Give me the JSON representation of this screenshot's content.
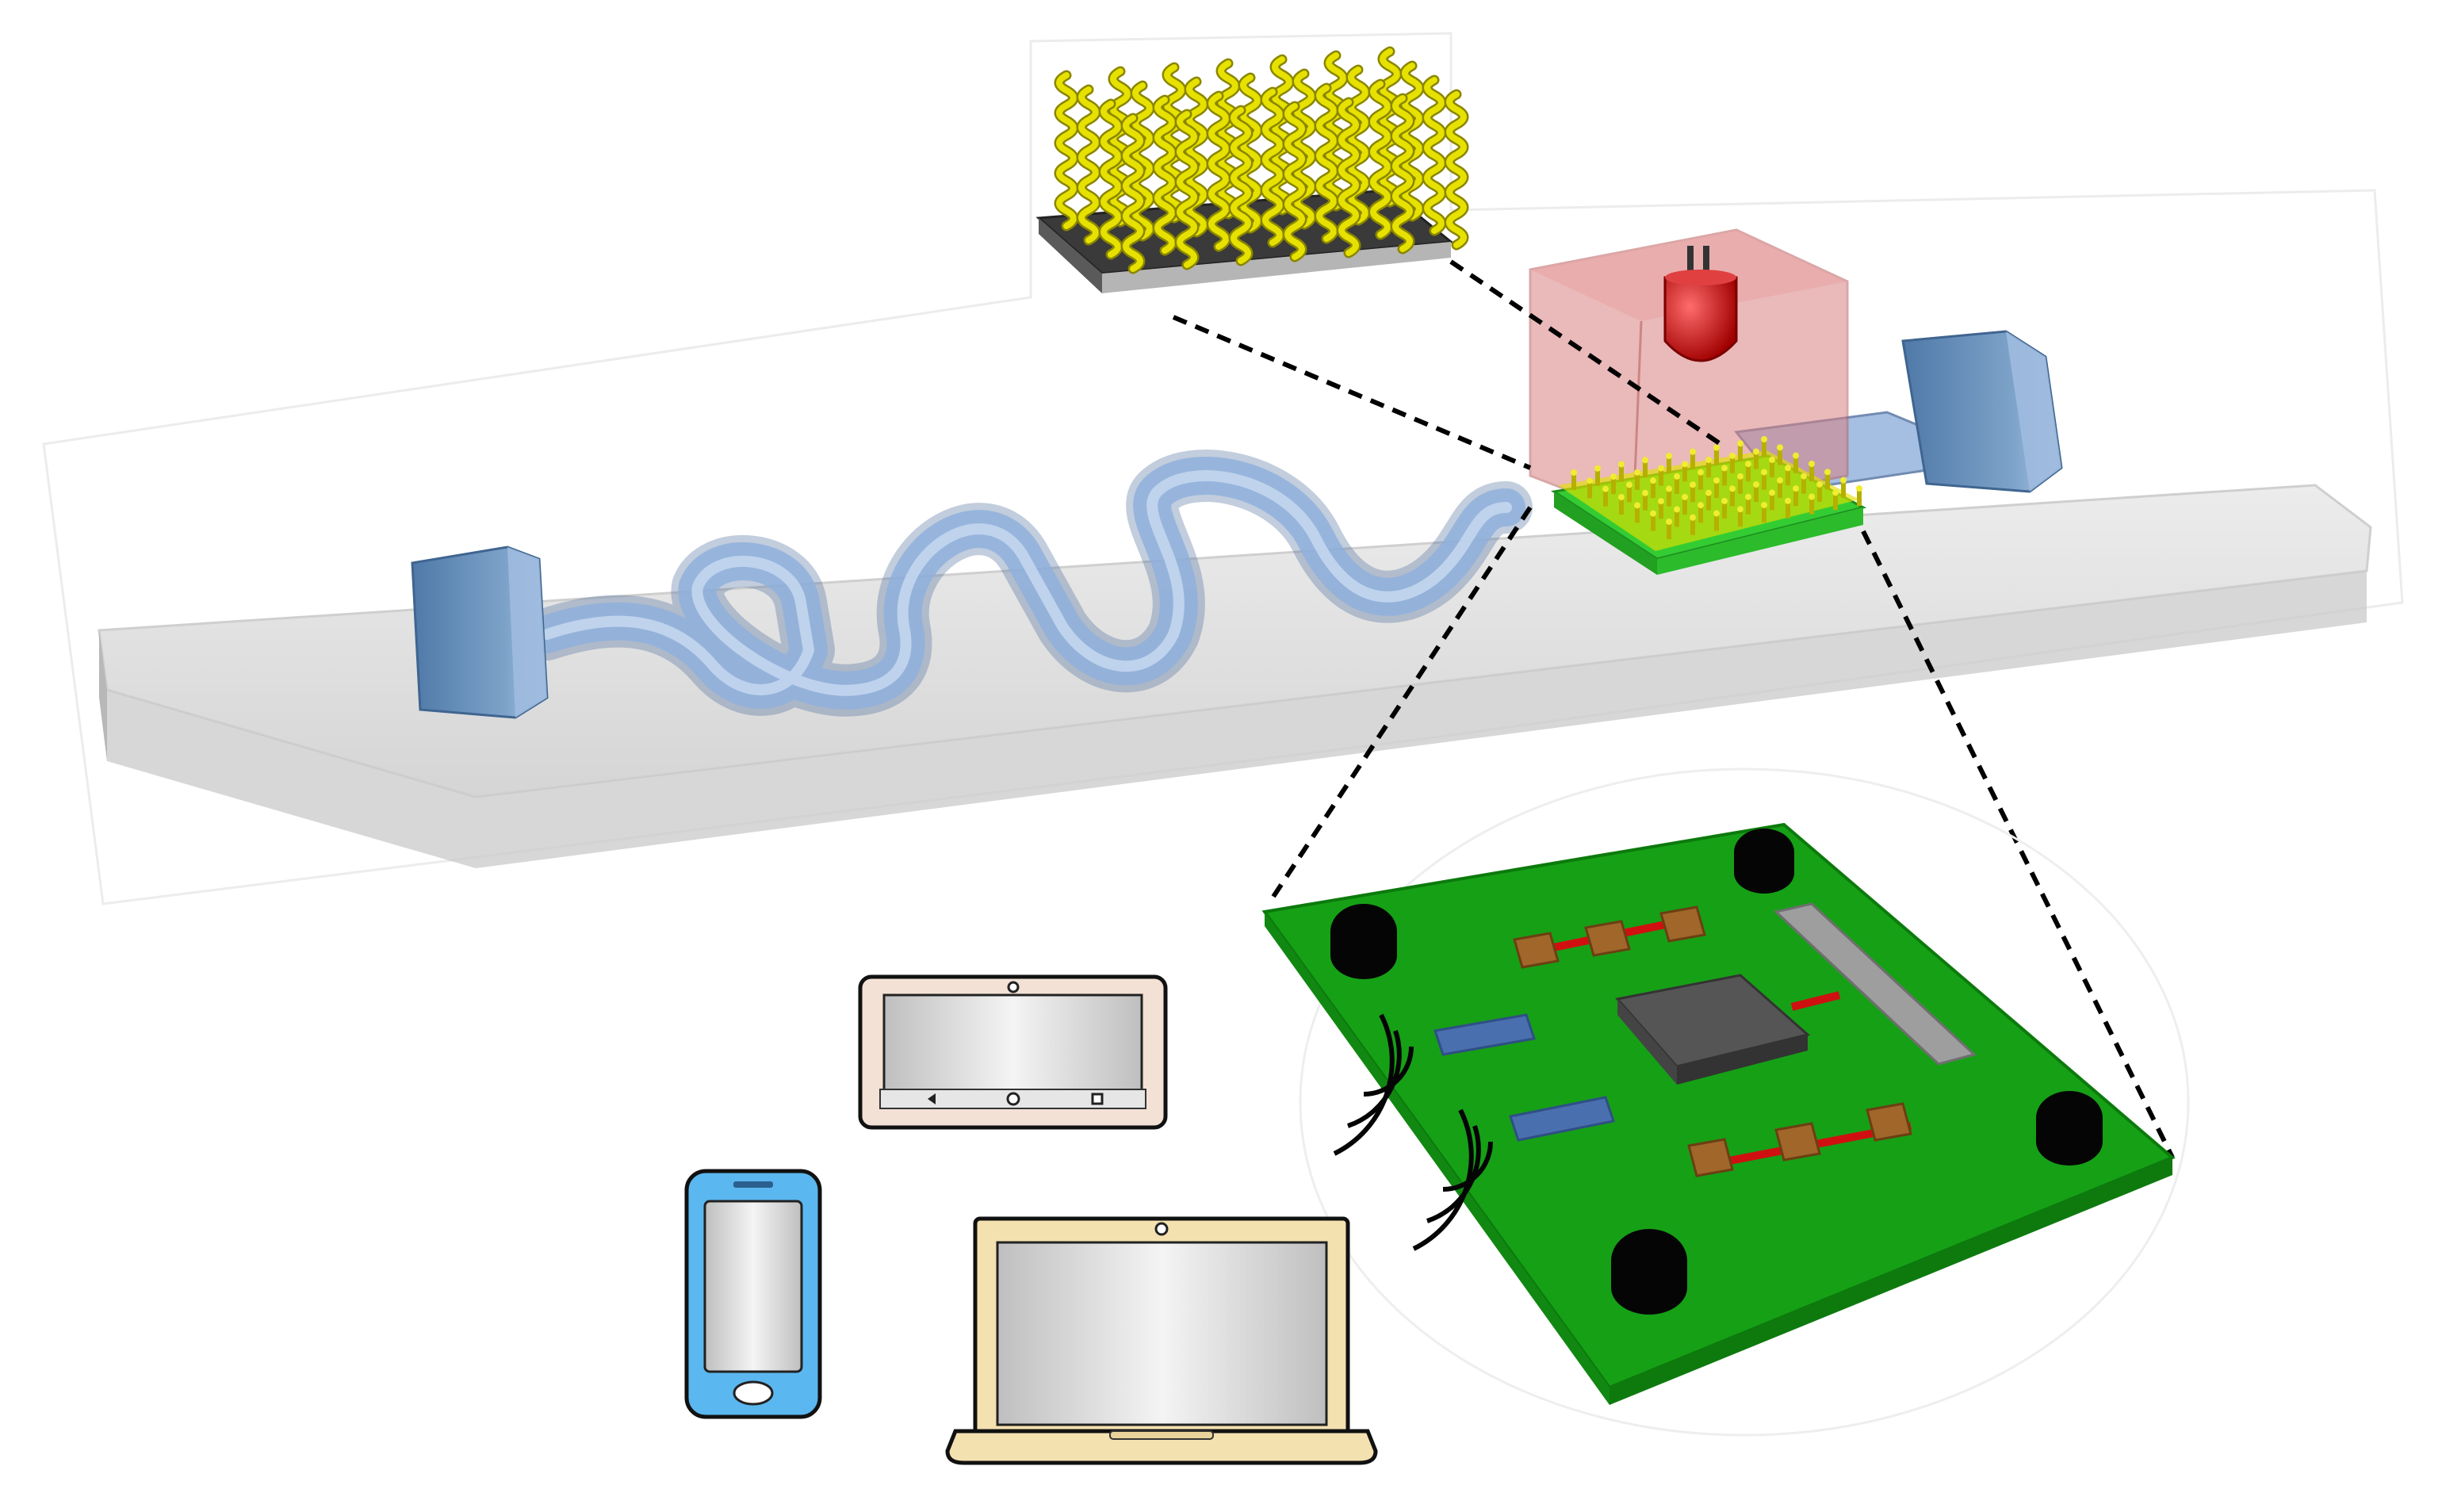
{
  "figure": {
    "description_labels": [],
    "colors": {
      "chip_body": "#d9d9d9",
      "chip_edge": "#bdbdbd",
      "channel_fill": "#7f9fcf",
      "channel_stroke": "#4f6f9f",
      "port_fill": "#5c85b4",
      "chamber_fill": "#d98080",
      "led": "#c81414",
      "nanowire": "#e3e000",
      "electrode_dark": "#3a3a3a",
      "electrode_light": "#b5b5b5",
      "sensor_base": "#33cc33",
      "pcb": "#1aa01a",
      "pcb_foot": "#050505",
      "resistor": "#a0662a",
      "trace": "#d01010",
      "ic": "#555555",
      "bluetooth_module": "#4a6fae",
      "connector": "#9e9e9e",
      "tablet_frame": "#f3e1d5",
      "phone_frame": "#5bb7ef",
      "laptop_frame": "#f4e1b0",
      "screen": "#d7d7d7",
      "leader_line": "#000000"
    },
    "icons": [
      "microfluidic-chip",
      "serpentine-channel",
      "inlet-port",
      "outlet-port",
      "detection-chamber",
      "led-icon",
      "nanowire-array-icon",
      "sensor-substrate",
      "pcb-board",
      "wireless-signal-icon",
      "tablet-icon",
      "smartphone-icon",
      "laptop-icon"
    ]
  }
}
